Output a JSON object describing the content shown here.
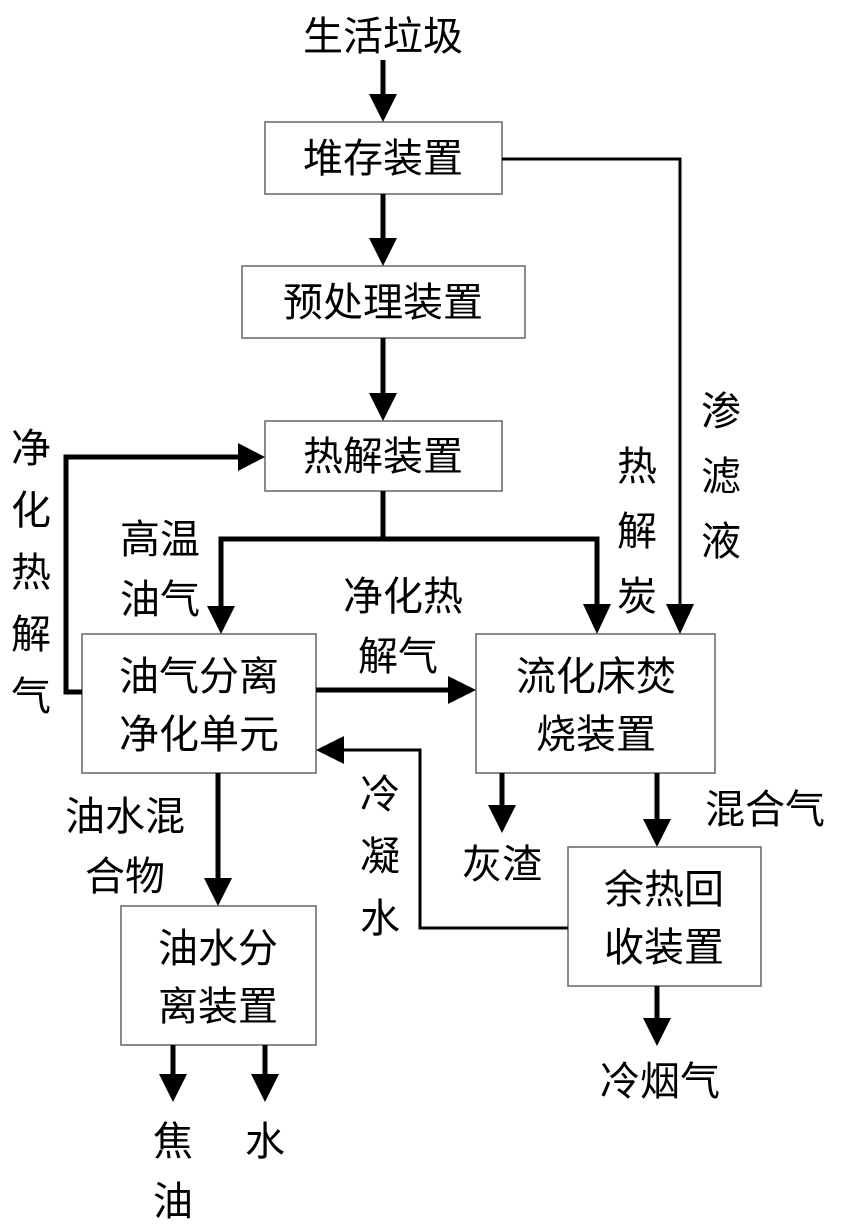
{
  "nodes": {
    "input": "生活垃圾",
    "storage": "堆存装置",
    "pretreatment": "预处理装置",
    "pyrolysis": "热解装置",
    "separation_line1": "油气分离",
    "separation_line2": "净化单元",
    "fluidized_line1": "流化床焚",
    "fluidized_line2": "烧装置",
    "oilwater_line1": "油水分",
    "oilwater_line2": "离装置",
    "heat_recovery_line1": "余热回",
    "heat_recovery_line2": "收装置"
  },
  "labels": {
    "leachate": [
      "渗",
      "滤",
      "液"
    ],
    "purified_pyrolysis_gas_vertical": [
      "净",
      "化",
      "热",
      "解",
      "气"
    ],
    "high_temp_oil_gas": [
      "高温",
      "油气"
    ],
    "pyrolysis_char": [
      "热",
      "解",
      "炭"
    ],
    "purified_pyrolysis_gas": [
      "净化热",
      "解气"
    ],
    "oil_water_mixture": [
      "油水混",
      "合物"
    ],
    "condensed_water": [
      "冷",
      "凝",
      "水"
    ],
    "ash": "灰渣",
    "mixed_gas": "混合气",
    "cold_flue_gas": "冷烟气",
    "tar": [
      "焦",
      "油"
    ],
    "water": "水"
  }
}
